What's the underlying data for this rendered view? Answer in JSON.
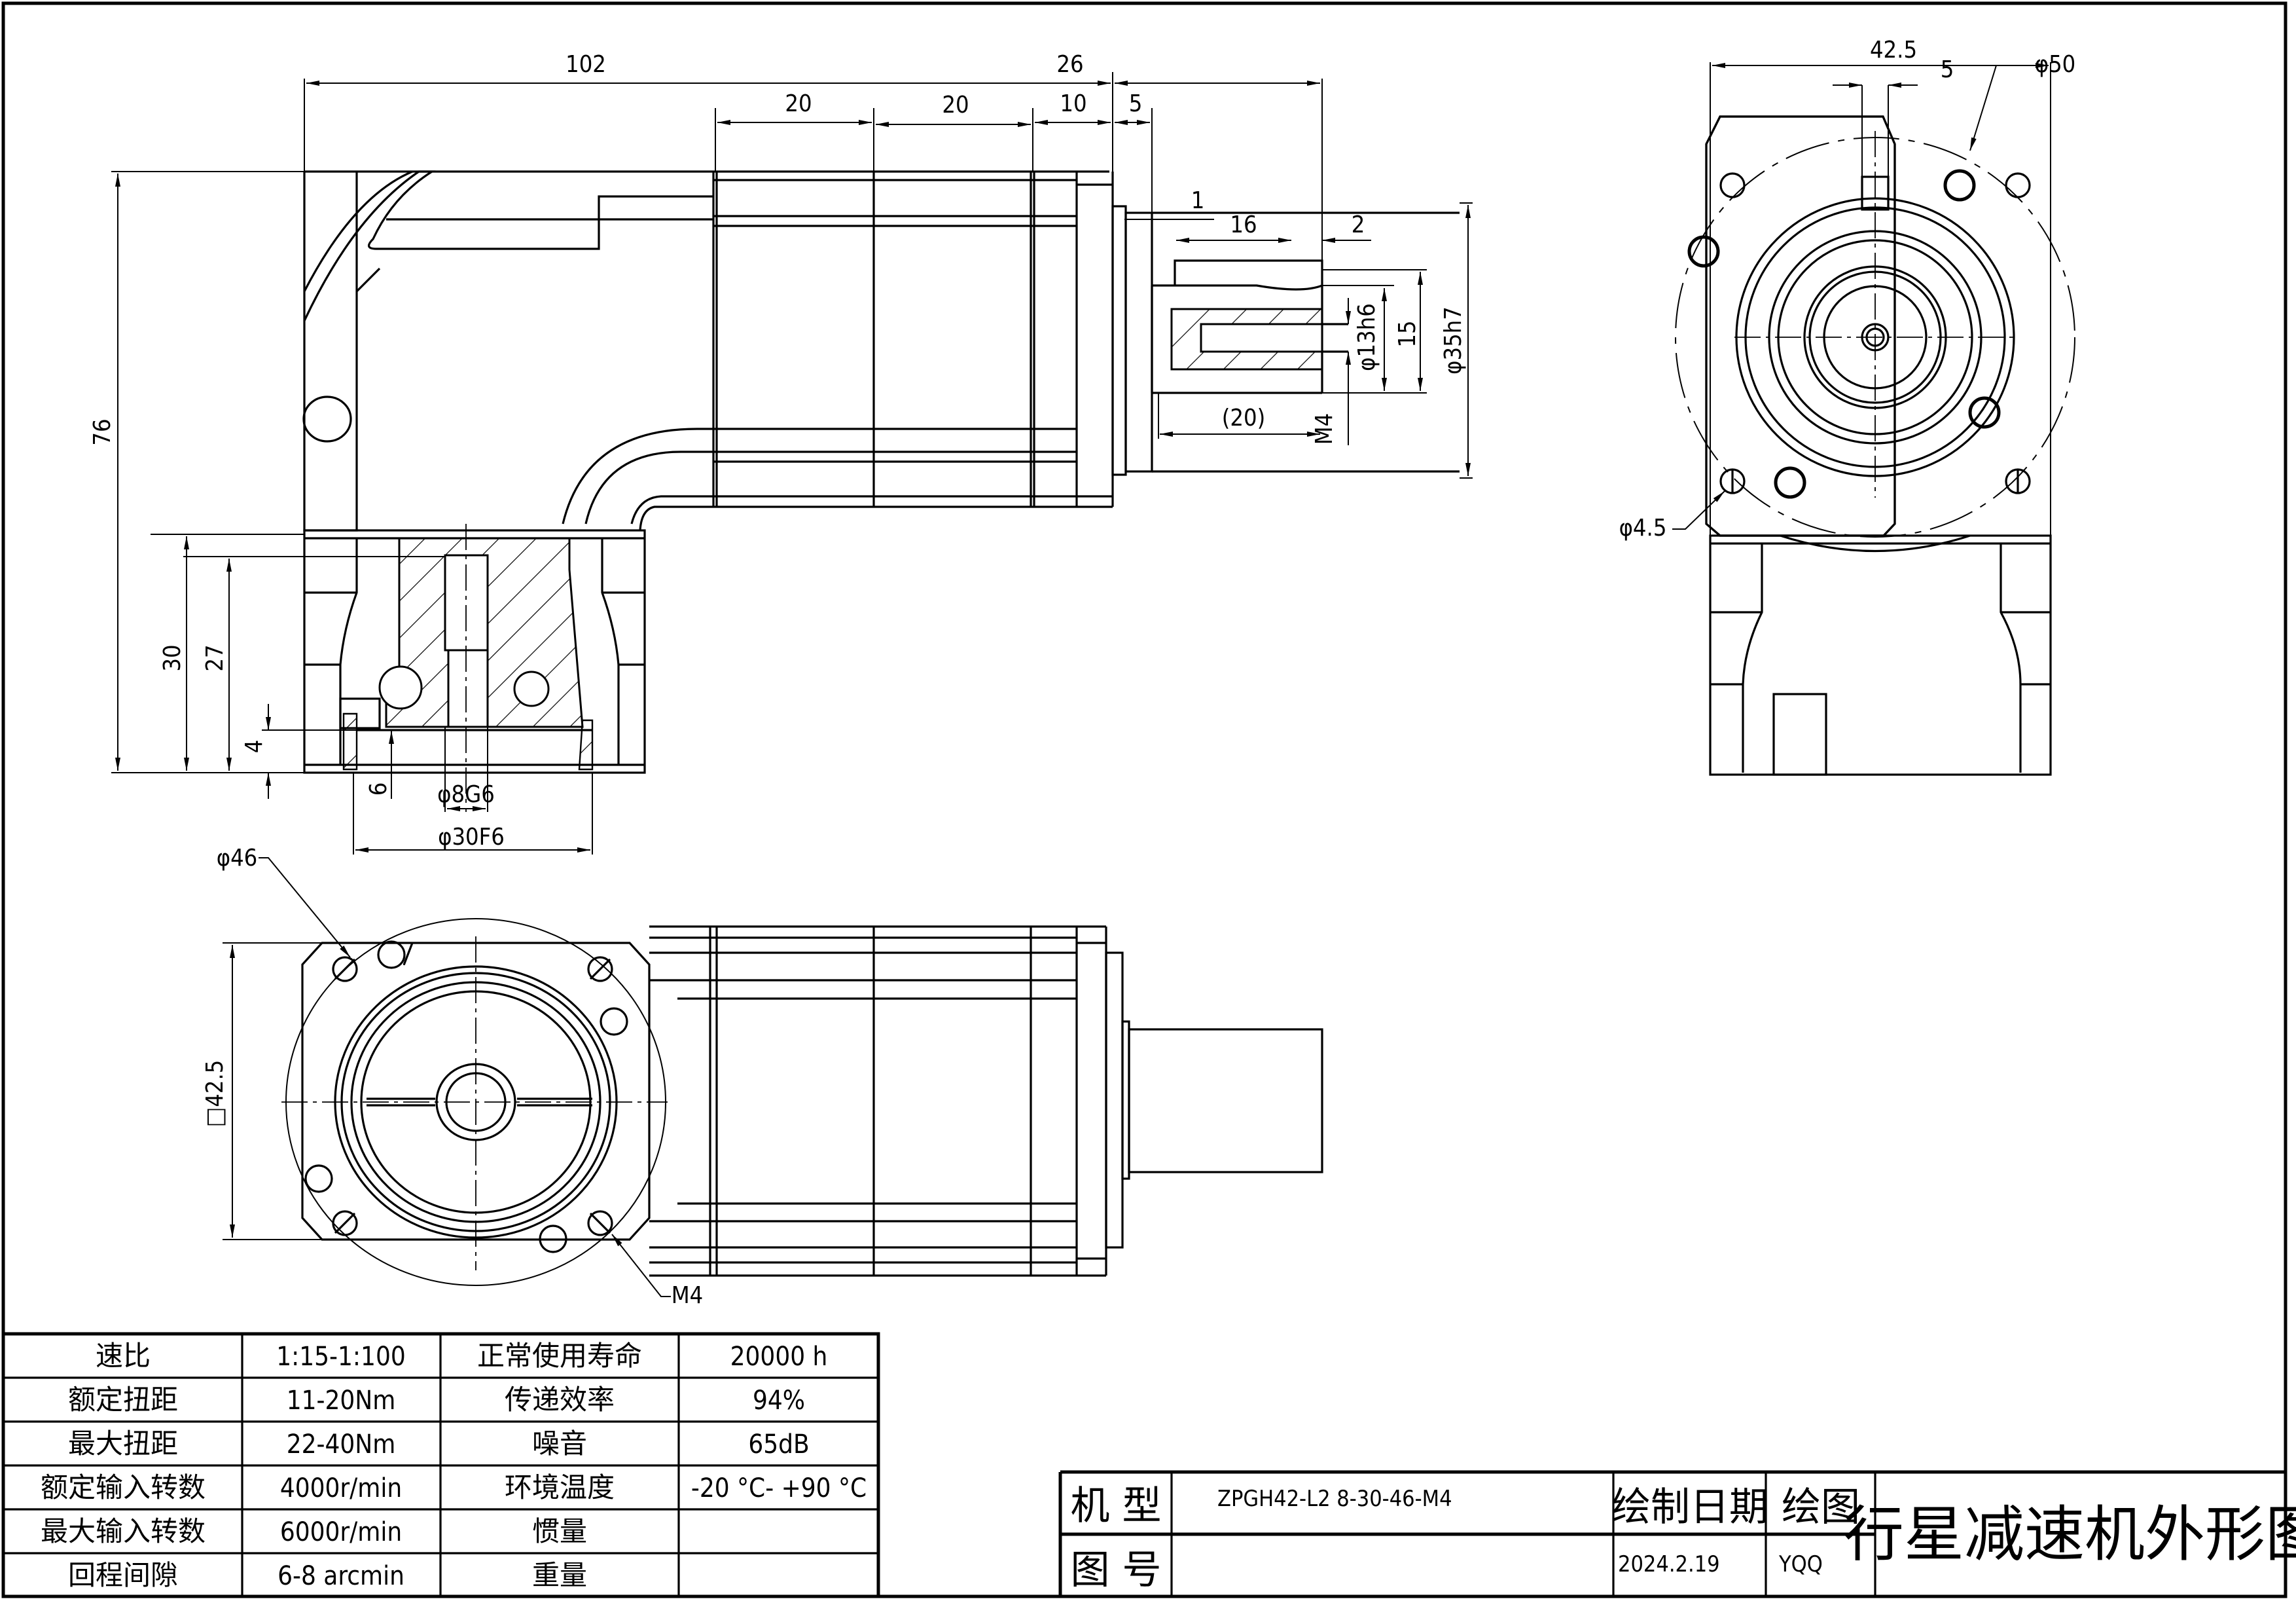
{
  "drawing": {
    "title": "行星减速机外形图",
    "model_label": "机 型",
    "model_value": "ZPGH42-L2 8-30-46-M4",
    "drawing_no_label": "图 号",
    "drawing_no_value": "",
    "date_label": "绘制日期",
    "date_value": "2024.2.19",
    "drafter_label": "绘图",
    "drafter_value": "YQQ"
  },
  "specs": [
    {
      "label": "速比",
      "value": "1:15-1:100",
      "label2": "正常使用寿命",
      "value2": "20000 h"
    },
    {
      "label": "额定扭距",
      "value": "11-20Nm",
      "label2": "传递效率",
      "value2": "94%"
    },
    {
      "label": "最大扭距",
      "value": "22-40Nm",
      "label2": "噪音",
      "value2": "65dB"
    },
    {
      "label": "额定输入转数",
      "value": "4000r/min",
      "label2": "环境温度",
      "value2": "-20 °C- +90 °C"
    },
    {
      "label": "最大输入转数",
      "value": "6000r/min",
      "label2": "惯量",
      "value2": ""
    },
    {
      "label": "回程间隙",
      "value": "6-8 arcmin",
      "label2": "重量",
      "value2": ""
    }
  ],
  "dimensions": {
    "side": {
      "overall_length": "102",
      "output_len": "26",
      "seg1": "20",
      "seg2": "20",
      "seg3": "10",
      "flange": "5",
      "height": "76",
      "shaft_step": "1",
      "key_len": "16",
      "key_offset": "2",
      "shaft_dia": "φ13h6",
      "key_height": "15",
      "pilot_dia": "φ35h7",
      "shaft_len": "(20)",
      "thread": "M4",
      "input_depth": "30",
      "input_depth2": "27",
      "spigot_depth": "4",
      "spigot": "6",
      "bore_dia": "φ8G6",
      "spigot_dia": "φ30F6"
    },
    "front": {
      "width": "42.5",
      "key_width": "5",
      "pcd": "φ50",
      "hole_dia": "φ4.5"
    },
    "bottom": {
      "input_pcd": "φ46",
      "square": "□42.5",
      "input_thread": "M4"
    }
  }
}
